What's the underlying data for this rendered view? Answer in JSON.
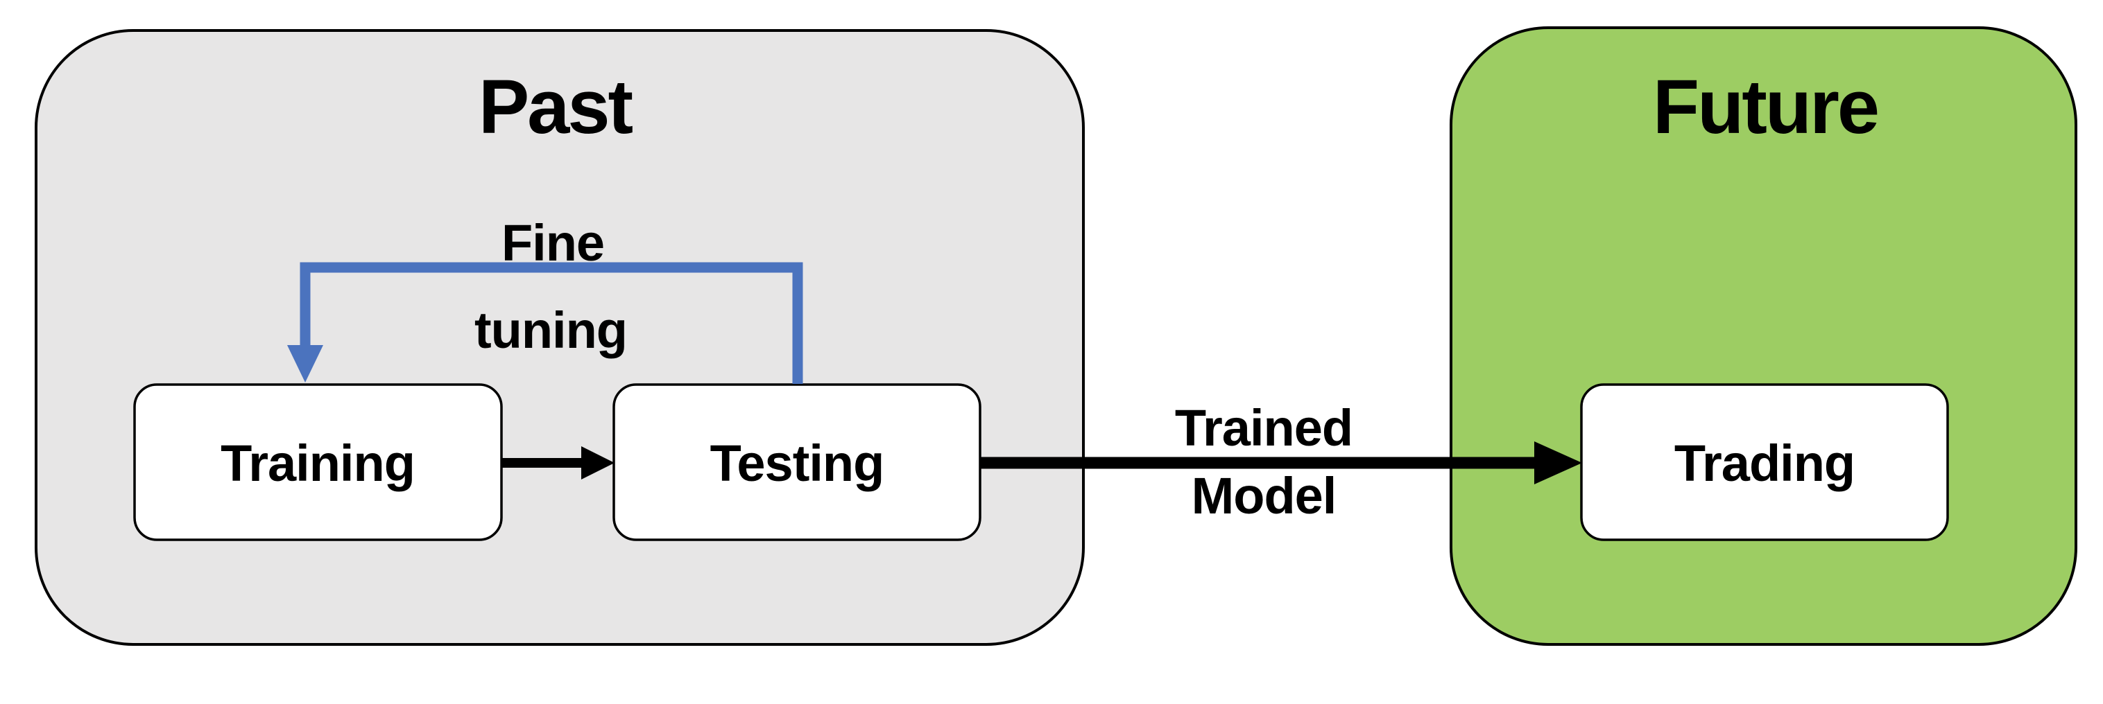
{
  "diagram": {
    "past": {
      "title": "Past",
      "training_label": "Training",
      "testing_label": "Testing",
      "fine_tuning": {
        "line1": "Fine",
        "line2": "tuning"
      }
    },
    "future": {
      "title": "Future",
      "trading_label": "Trading"
    },
    "trained_model": {
      "line1": "Trained",
      "line2": "Model"
    }
  },
  "colors": {
    "background": "#FFFFFF",
    "past_fill": "#E7E6E6",
    "future_fill": "#9DCD63",
    "box_fill": "#FFFFFF",
    "outline": "#000000",
    "text_color": "#000000",
    "arrow_color": "#000000",
    "loop_color": "#4B73BE"
  }
}
